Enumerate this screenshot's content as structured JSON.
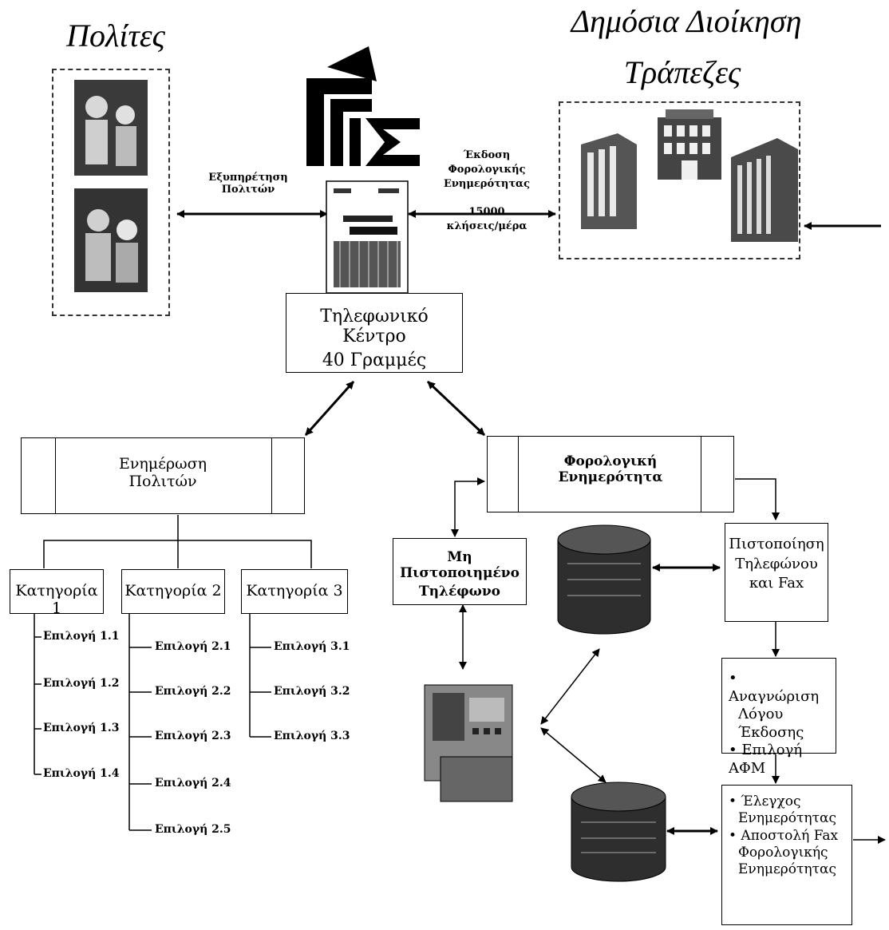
{
  "colors": {
    "line": "#000000",
    "dash": "#333333",
    "paper": "#ffffff"
  },
  "headers": {
    "citizens": "Πολίτες",
    "public_admin": "Δημόσια Διοίκηση",
    "banks": "Τράπεζες"
  },
  "icons": {
    "logo": "gis-logo-icon",
    "server": "server-icon",
    "database": "database-icon",
    "fax": "fax-machine-icon",
    "buildings": "office-building-icon"
  },
  "links": {
    "citizen_service": [
      "Εξυπηρέτηση",
      "Πολιτών"
    ],
    "tax_status_request": [
      "Έκδοση",
      "Φορολογικής",
      "Ενημερότητας",
      "15000",
      "κλήσεις/μέρα"
    ]
  },
  "nodes": {
    "call_center": [
      "Τηλεφωνικό Κέντρο",
      "40 Γραμμές"
    ],
    "citizen_info": [
      "Ενημέρωση",
      "Πολιτών"
    ],
    "tax_status": [
      "Φορολογική",
      "Ενημερότητα"
    ],
    "unverified_phone": [
      "Μη Πιστοποιημένο",
      "Τηλέφωνο"
    ],
    "verification": [
      "Πιστοποίηση",
      "Τηλεφώνου",
      "και Fax"
    ],
    "recognition": [
      "• Αναγνώριση",
      "Λόγου Έκδοσης",
      "• Επιλογή ΑΦΜ"
    ],
    "check_send": [
      "• Έλεγχος",
      "Ενημερότητας",
      "• Αποστολή Fax",
      "Φορολογικής",
      "Ενημερότητας"
    ]
  },
  "categories": [
    {
      "label": "Κατηγορία 1",
      "options": [
        "Επιλογή 1.1",
        "Επιλογή 1.2",
        "Επιλογή 1.3",
        "Επιλογή 1.4"
      ]
    },
    {
      "label": "Κατηγορία 2",
      "options": [
        "Επιλογή 2.1",
        "Επιλογή 2.2",
        "Επιλογή 2.3",
        "Επιλογή 2.4",
        "Επιλογή 2.5"
      ]
    },
    {
      "label": "Κατηγορία 3",
      "options": [
        "Επιλογή 3.1",
        "Επιλογή 3.2",
        "Επιλογή 3.3"
      ]
    }
  ]
}
